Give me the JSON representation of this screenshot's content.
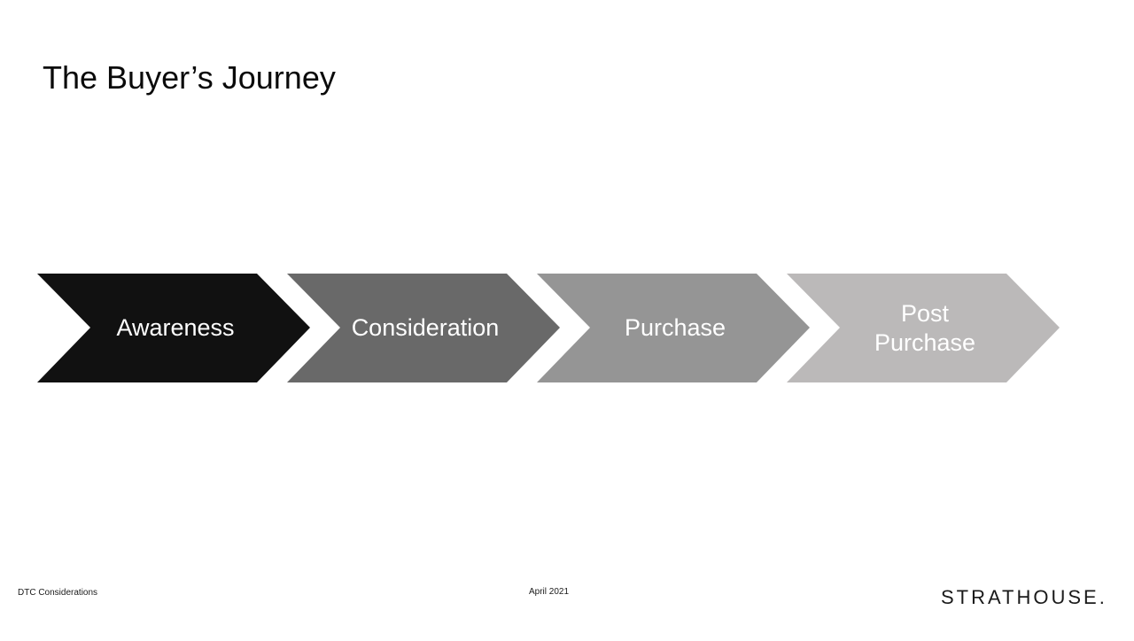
{
  "slide": {
    "title": "The Buyer’s Journey"
  },
  "stages": [
    {
      "label": "Awareness",
      "color": "#111111"
    },
    {
      "label": "Consideration",
      "color": "#696969"
    },
    {
      "label": "Purchase",
      "color": "#959595"
    },
    {
      "label": "Post\nPurchase",
      "color": "#bbb9b9"
    }
  ],
  "footer": {
    "left_text": "DTC Considerations",
    "date": "April 2021",
    "logo": "STRATHOUSE."
  }
}
